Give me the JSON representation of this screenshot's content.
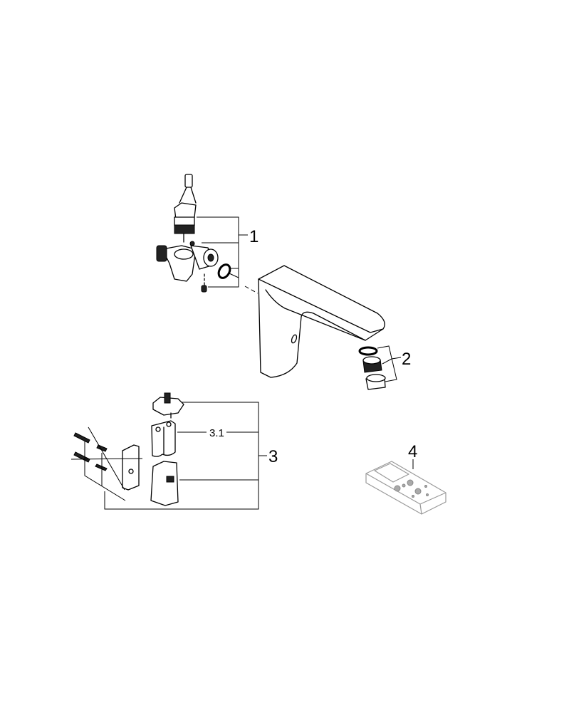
{
  "diagram": {
    "callouts": {
      "part1": "1",
      "part2": "2",
      "part3": "3",
      "part3_1": "3.1",
      "part4": "4"
    },
    "colors": {
      "line": "#000000",
      "remote_line": "#999999"
    }
  }
}
